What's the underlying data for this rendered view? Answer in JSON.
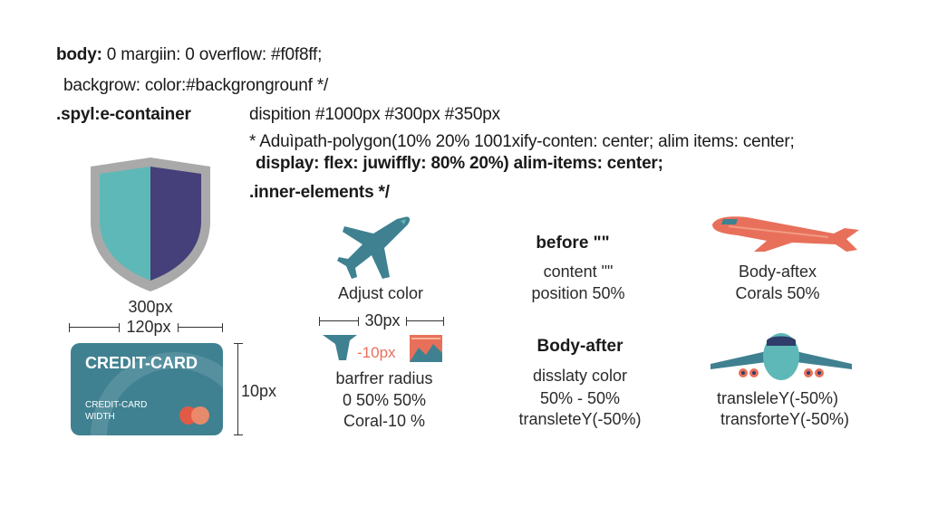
{
  "code": {
    "line1_key": "body:",
    "line1_rest": " 0 margiin: 0 overflow: #f0f8ff;",
    "line2": "backgrow: color:#backgrongrounf */",
    "container_label": ".spyl:e-container",
    "dispition": "dispition #1000px  #300px #350px",
    "comment1": "* Aduìpath-polygon(10% 20% 1001xify-conten: center; alim items: center;",
    "display_line": "display: flex: juwiffly: 80% 20%) alim-items: center;",
    "inner_elements": ".inner-elements */"
  },
  "shield": {
    "width_label": "300px",
    "left_color": "#5fb8b8",
    "right_color": "#45407a",
    "rim_color": "#a9a9a9"
  },
  "card": {
    "width_label": "120px",
    "height_label": "10px",
    "title": "CREDIT-CARD",
    "subtitle": "CREDIT-CARD WIDTH",
    "color": "#3f8191"
  },
  "col2": {
    "caption": "Adjust color",
    "dim_label": "30px",
    "offset_label": "-10px",
    "text_lines": [
      "barfrer radius",
      "0 50% 50%",
      "Coral-10 %"
    ]
  },
  "col3": {
    "top_title": "before \"\"",
    "top_lines": [
      "content \"\"",
      "position 50%"
    ],
    "bottom_title": "Body-after",
    "bottom_lines": [
      "disslaty color",
      "50% - 50%",
      "transleteY(-50%)"
    ]
  },
  "col4": {
    "top_lines": [
      "Body-aftex",
      "Corals 50%"
    ],
    "bottom_lines": [
      "transleleY(-50%)",
      "transforteY(-50%)"
    ],
    "plane_color": "#e8705a",
    "jet_color": "#4a9aa6"
  }
}
